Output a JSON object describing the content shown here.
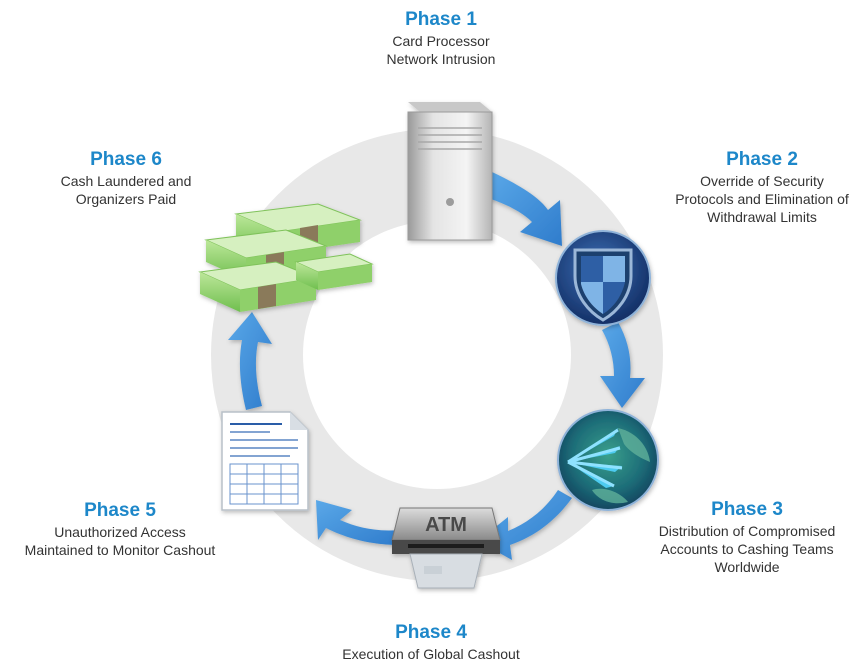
{
  "phases": [
    {
      "title": "Phase 1",
      "lines": [
        "Card Processor",
        "Network Intrusion"
      ]
    },
    {
      "title": "Phase 2",
      "lines": [
        "Override of Security",
        "Protocols and Elimination of",
        "Withdrawal Limits"
      ]
    },
    {
      "title": "Phase 3",
      "lines": [
        "Distribution of Compromised",
        "Accounts to Cashing Teams",
        "Worldwide"
      ]
    },
    {
      "title": "Phase 4",
      "lines": [
        "Execution of Global Cashout"
      ]
    },
    {
      "title": "Phase 5",
      "lines": [
        "Unauthorized Access",
        "Maintained to Monitor Cashout"
      ]
    },
    {
      "title": "Phase 6",
      "lines": [
        "Cash Laundered and",
        "Organizers Paid"
      ]
    }
  ],
  "icons": {
    "phase1": "server-icon",
    "phase2": "security-shield-icon",
    "phase3": "globe-distribution-icon",
    "phase4": "atm-card-icon",
    "phase5": "document-report-icon",
    "phase6": "cash-stacks-icon"
  },
  "atm_label": "ATM",
  "colors": {
    "accent": "#1d87c9",
    "ring": "#e8e8e8",
    "arrow": "#3d8fd8",
    "text": "#333333"
  }
}
